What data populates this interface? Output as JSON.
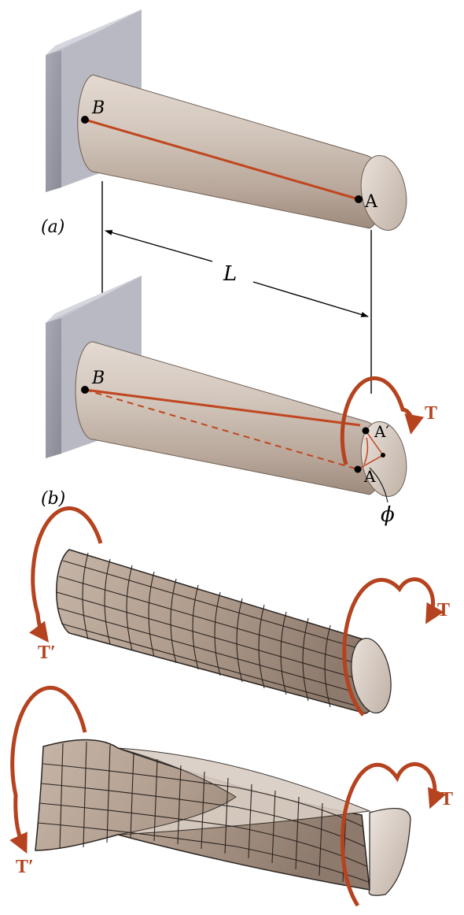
{
  "labels": {
    "panel_a": "(a)",
    "panel_b": "(b)",
    "point_B_top": "B",
    "point_A_top": "A",
    "length": "L",
    "point_B_bottom": "B",
    "point_A_bottom": "A",
    "point_A_prime": "A′",
    "angle": "ϕ",
    "torque_b": "T",
    "torque_c_right": "T",
    "torque_c_left": "T′",
    "torque_d_right": "T",
    "torque_d_left": "T′"
  },
  "colors": {
    "torque": "#b5431f",
    "shaft": "#c9bcb1",
    "wall": "#9a9aa6",
    "ink": "#000000"
  }
}
